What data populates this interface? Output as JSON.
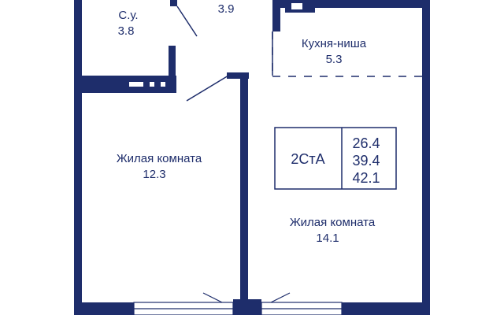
{
  "colors": {
    "wall": "#1e2d6b",
    "background": "#ffffff"
  },
  "rooms": {
    "bathroom": {
      "name": "С.у.",
      "area": "3.8"
    },
    "hallway": {
      "area": "3.9"
    },
    "kitchen_niche": {
      "name": "Кухня-ниша",
      "area": "5.3"
    },
    "living_left": {
      "name": "Жилая комната",
      "area": "12.3"
    },
    "living_right": {
      "name": "Жилая комната",
      "area": "14.1"
    }
  },
  "badge": {
    "code": "2СтА",
    "values": [
      "26.4",
      "39.4",
      "42.1"
    ]
  }
}
